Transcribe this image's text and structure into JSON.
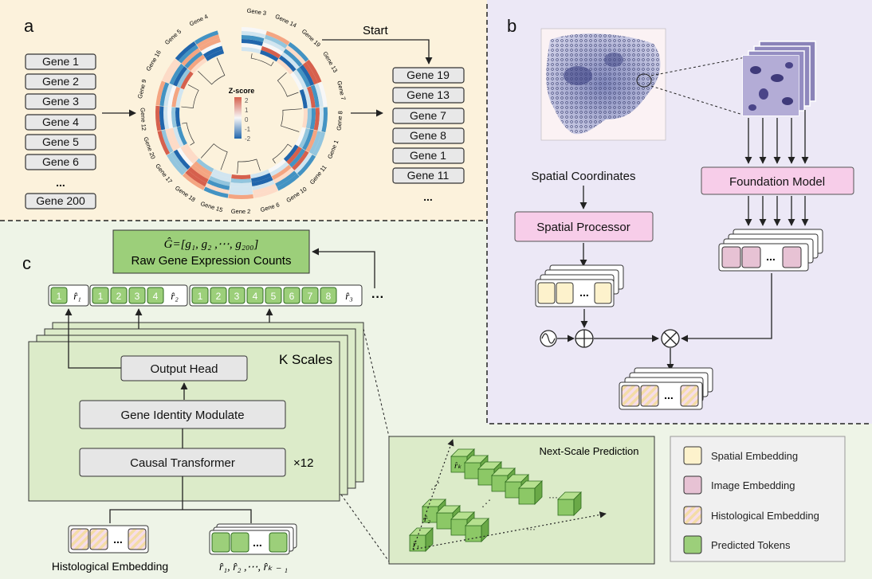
{
  "colors": {
    "panel_a_bg": "#fcf2dc",
    "panel_b_bg": "#ece8f6",
    "panel_c_bg": "#eef4e7",
    "green_token": "#9ccf7a",
    "pink": "#e7c2d4",
    "spatial_yellow": "#fdf2cc",
    "foundation_pink": "#f7cde9"
  },
  "panel_a": {
    "letter": "a",
    "input_genes": [
      "Gene 1",
      "Gene 2",
      "Gene 3",
      "Gene 4",
      "Gene 5",
      "Gene 6"
    ],
    "input_ellipsis": "...",
    "input_last": "Gene 200",
    "ring_labels": [
      "Gene 3",
      "Gene 14",
      "Gene 19",
      "Gene 13",
      "Gene 7",
      "Gene 8",
      "Gene 1",
      "Gene 11",
      "Gene 10",
      "Gene 6",
      "Gene 2",
      "Gene 15",
      "Gene 18",
      "Gene 17",
      "Gene 20",
      "Gene 12",
      "Gene 9",
      "Gene 16",
      "Gene 5",
      "Gene 4"
    ],
    "zscore": {
      "title": "Z-score",
      "ticks": [
        "2",
        "1",
        "0",
        "-1",
        "-2"
      ]
    },
    "start_label": "Start",
    "output_genes": [
      "Gene 19",
      "Gene 13",
      "Gene 7",
      "Gene 8",
      "Gene 1",
      "Gene 11"
    ],
    "output_ellipsis": "..."
  },
  "panel_b": {
    "letter": "b",
    "spatial_coordinates": "Spatial Coordinates",
    "spatial_processor": "Spatial Processor",
    "foundation_model": "Foundation Model",
    "ellipsis": "...",
    "sine_symbol": "∿",
    "plus_symbol": "⊕",
    "times_symbol": "⊗"
  },
  "panel_c": {
    "letter": "c",
    "output_title": "Ĝ=[g₁, g₂ ,⋯, g₂₀₀]",
    "output_subtitle": "Raw Gene Expression Counts",
    "scale1_tokens": [
      "1"
    ],
    "scale1_r": "r̂₁",
    "scale2_tokens": [
      "1",
      "2",
      "3",
      "4"
    ],
    "scale2_r": "r̂₂",
    "scale3_tokens": [
      "1",
      "2",
      "3",
      "4",
      "5",
      "6",
      "7",
      "8"
    ],
    "scale3_r": "r̂₃",
    "more": "···",
    "k_scales": "K Scales",
    "output_head": "Output Head",
    "gene_identity": "Gene Identity Modulate",
    "causal_transformer": "Causal Transformer",
    "times12": "×12",
    "histological_embedding": "Histological Embedding",
    "r_sequence": "r̂₁,  r̂₂ ,⋯, r̂ₖ ₋ ₁",
    "ellipsis": "...",
    "next_scale": {
      "title": "Next-Scale Prediction",
      "rk": "r̂ₖ",
      "r2": "r̂₂",
      "r1": "r̂₁"
    }
  },
  "legend": {
    "items": [
      {
        "label": "Spatial Embedding",
        "color": "#fdf2cc"
      },
      {
        "label": "Image Embedding",
        "color": "#e7c2d4"
      },
      {
        "label": "Histological Embedding",
        "color": "hatch"
      },
      {
        "label": "Predicted Tokens",
        "color": "#9ccf7a"
      }
    ]
  }
}
